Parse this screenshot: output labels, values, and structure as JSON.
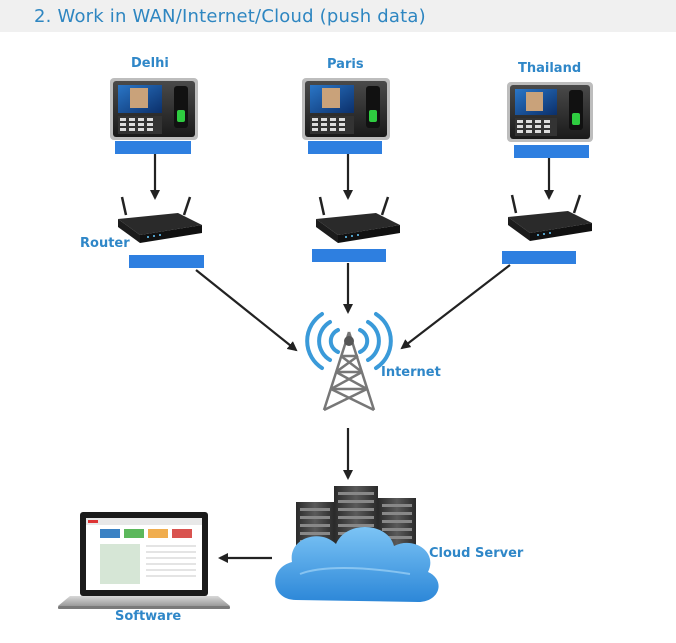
{
  "header": {
    "title": "2. Work in WAN/Internet/Cloud (push data)"
  },
  "sites": [
    {
      "name": "Delhi"
    },
    {
      "name": "Paris"
    },
    {
      "name": "Thailand"
    }
  ],
  "labels": {
    "router": "Router",
    "internet": "Internet",
    "cloud_server": "Cloud Server",
    "software": "Software"
  },
  "colors": {
    "title": "#2e86c1",
    "label": "#2f87c8",
    "bar": "#2e7fe0",
    "cloud": "#3d9be9",
    "arrow": "#222222"
  }
}
